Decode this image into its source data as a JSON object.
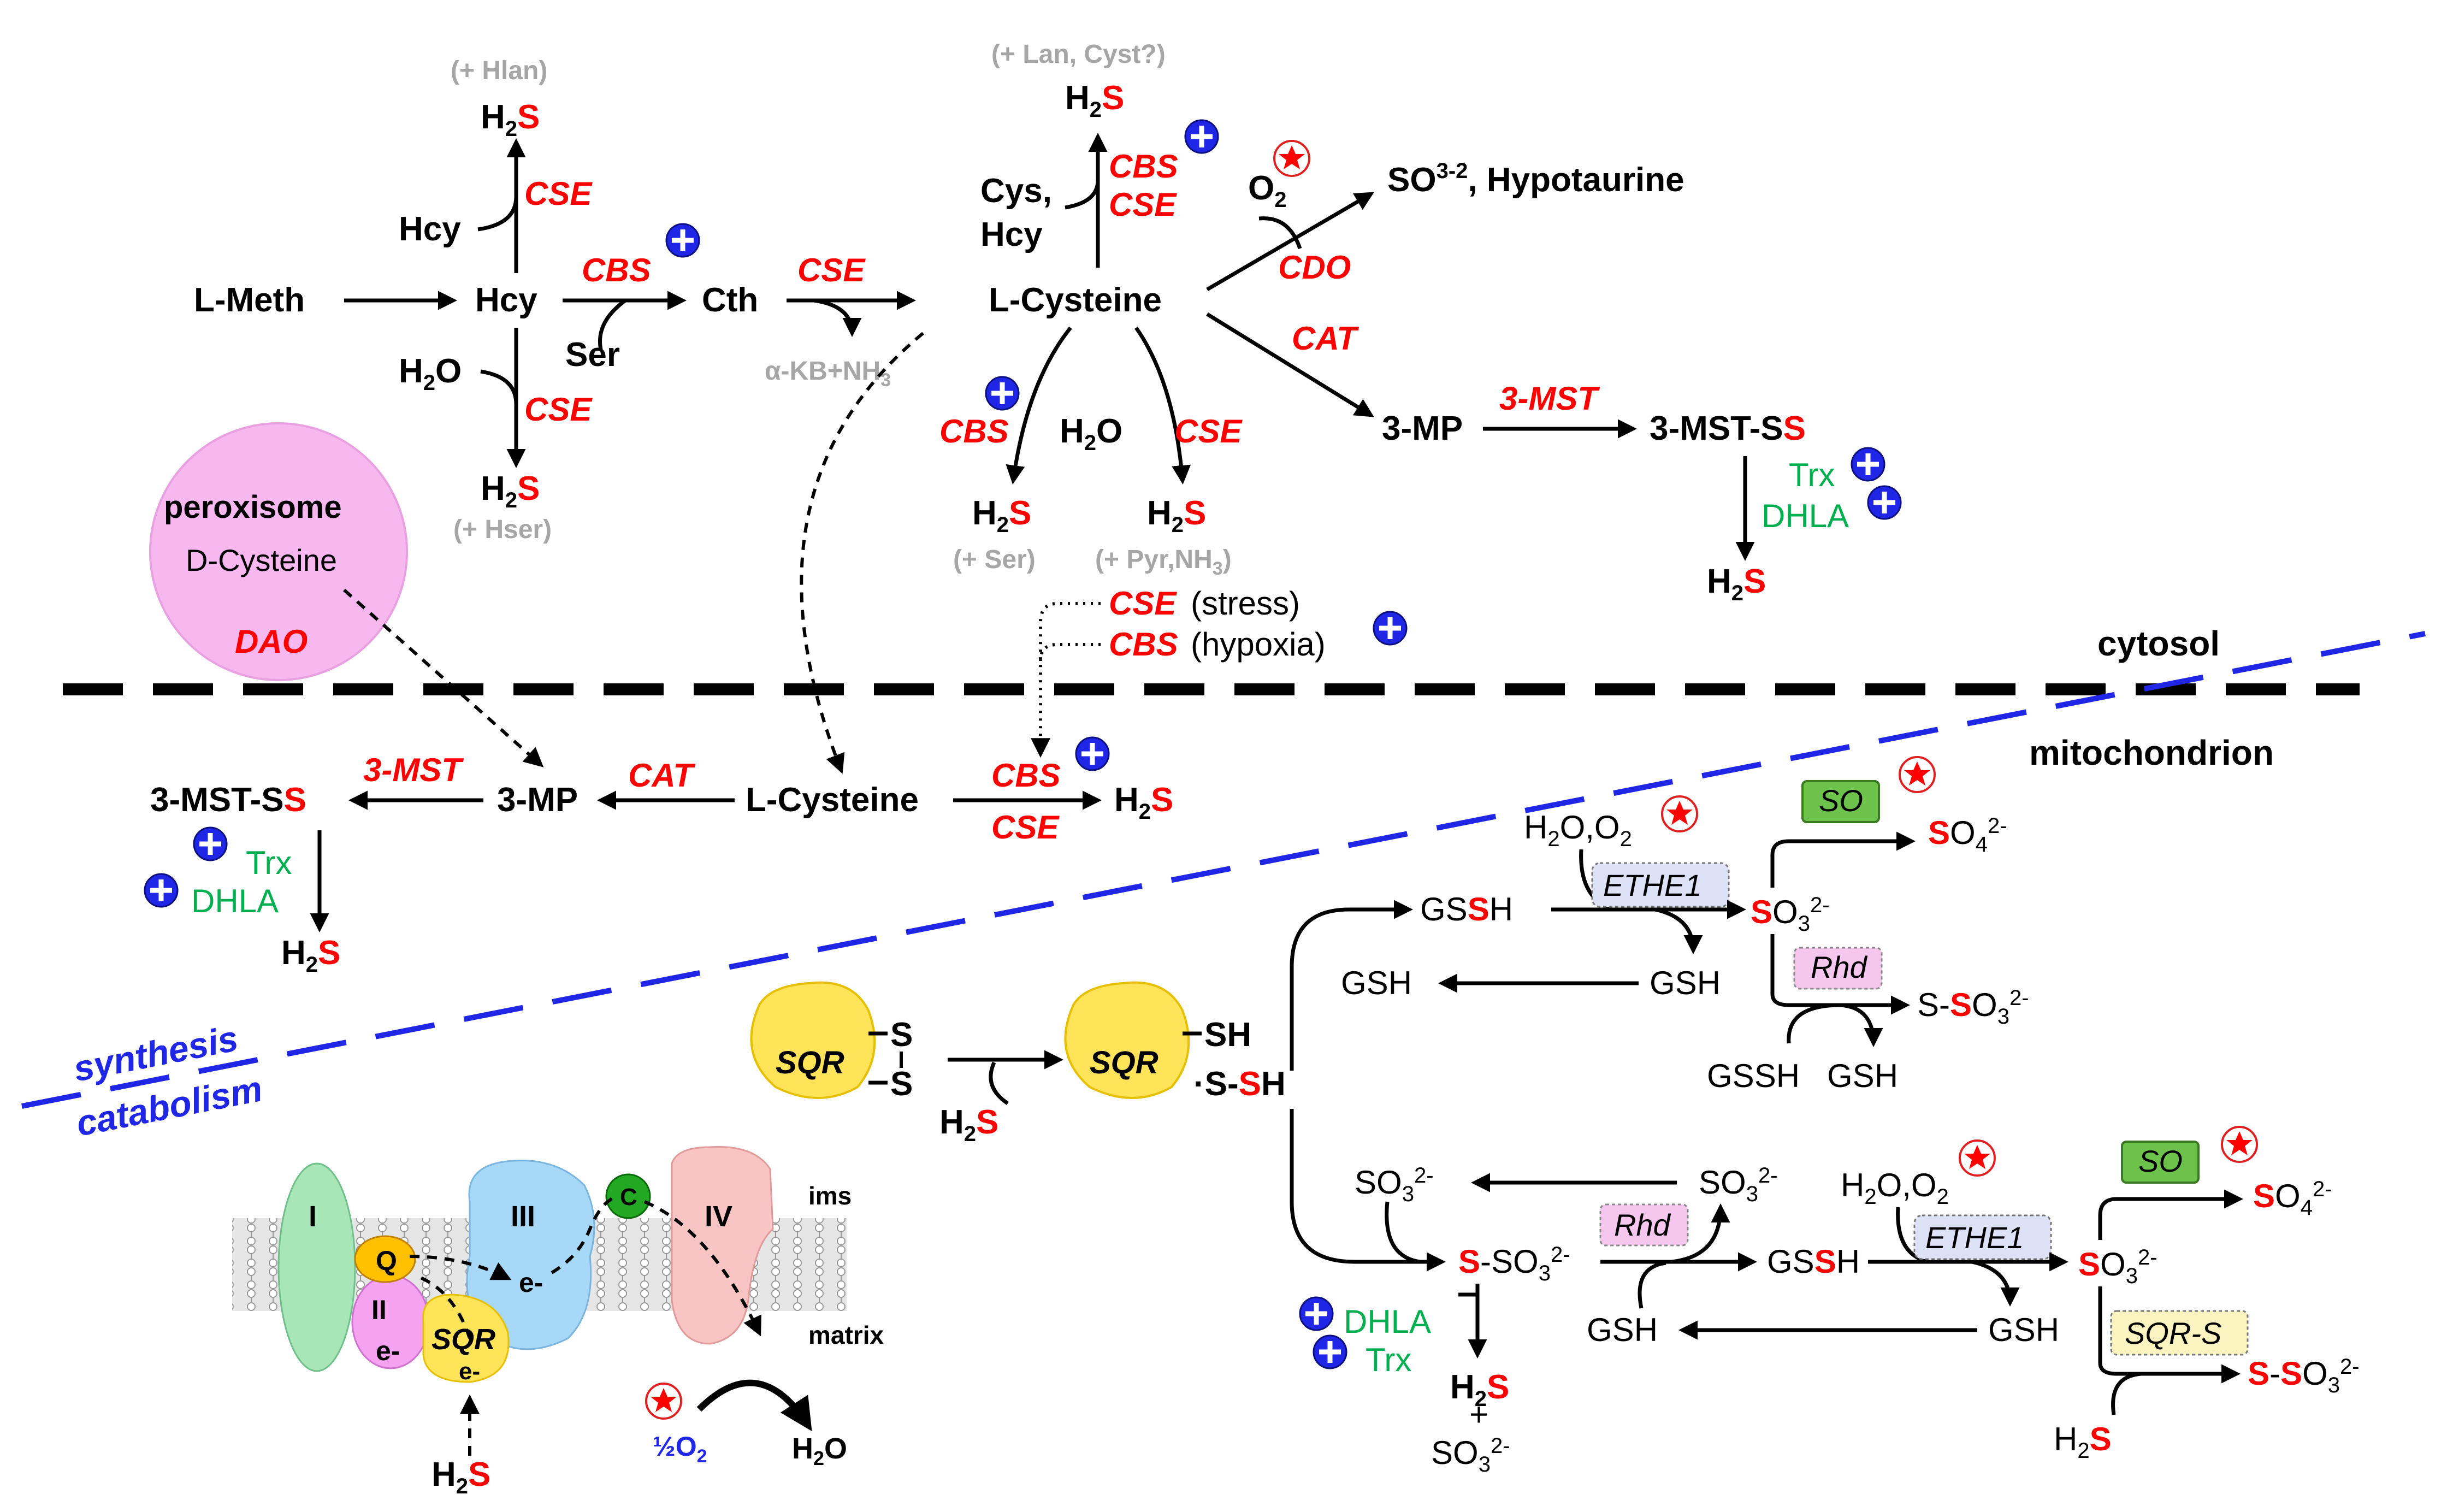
{
  "colors": {
    "enzyme": "#ff0000",
    "sulfur": "#ff0000",
    "grey": "#a6a6a6",
    "green": "#00b050",
    "blue": "#1f26e6",
    "plus": "#1f26e6",
    "peroxisome": "#f7b8f0"
  },
  "cytosol": {
    "l_meth": "L-Meth",
    "hcy": "Hcy",
    "hcy_top": "Hcy",
    "h2o_left": "H2O",
    "cse_1": "CSE",
    "cse_2": "CSE",
    "cbs_1": "CBS",
    "ser": "Ser",
    "cth": "Cth",
    "cse_3": "CSE",
    "akb": "α-KB+NH3",
    "h2s_hlan": "H2S",
    "hlan": "(+ Hlan)",
    "h2s_hser": "H2S",
    "hser": "(+ Hser)",
    "l_cysteine": "L-Cysteine",
    "cys_hcy_1": "Cys,",
    "cys_hcy_2": "Hcy",
    "cbs_2": "CBS",
    "cse_4": "CSE",
    "h2s_lan": "H2S",
    "lan_cyst": "(+ Lan, Cyst?)",
    "o2": "O2",
    "cdo": "CDO",
    "so3_hypotaurine": "SO3-2, Hypotaurine",
    "cat": "CAT",
    "mp3": "3-MP",
    "mst3": "3-MST",
    "mst_ss": "3-MST-SS",
    "trx": "Trx",
    "dhla": "DHLA",
    "h2s_mst": "H2S",
    "cbs_3": "CBS",
    "h2o_mid": "H2O",
    "cse_5": "CSE",
    "h2s_ser": "H2S",
    "plus_ser": "(+ Ser)",
    "h2s_pyr": "H2S",
    "plus_pyr": "(+ Pyr,NH3)",
    "cse_stress": "CSE",
    "stress": "(stress)",
    "cbs_hypoxia": "CBS",
    "hypoxia": "(hypoxia)",
    "peroxisome": "peroxisome",
    "d_cysteine": "D-Cysteine",
    "dao": "DAO",
    "label": "cytosol"
  },
  "mito": {
    "label": "mitochondrion",
    "mst_ss": "3-MST-SS",
    "mst3": "3-MST",
    "mp3": "3-MP",
    "cat": "CAT",
    "l_cysteine": "L-Cysteine",
    "cbs": "CBS",
    "cse": "CSE",
    "h2s": "H2S",
    "trx": "Trx",
    "dhla": "DHLA",
    "h2s_mst": "H2S"
  },
  "divider": {
    "synthesis": "synthesis",
    "catabolism": "catabolism"
  },
  "sqr": {
    "sqr1": "SQR",
    "sqr2": "SQR",
    "s_top": "S",
    "s_bottom": "S",
    "h2s": "H2S",
    "sh": "SH",
    "s_sh": "S-SH"
  },
  "upper_path": {
    "h2o_o2": "H2O,O2",
    "ethe1": "ETHE1",
    "so": "SO",
    "so4": "SO42-",
    "gssh": "GSSH",
    "so3": "SO32-",
    "gsh_left": "GSH",
    "gsh_right": "GSH",
    "rhd": "Rhd",
    "s_so3": "S-SO32-",
    "gssh_b": "GSSH",
    "gsh_b": "GSH"
  },
  "lower_path": {
    "so3_left": "SO32-",
    "so3_right": "SO32-",
    "s_so3": "S-SO32-",
    "rhd": "Rhd",
    "gssh": "GSSH",
    "gsh": "GSH",
    "gsh_right": "GSH",
    "dhla": "DHLA",
    "trx": "Trx",
    "h2s": "H2S",
    "plus": "+",
    "so3_bottom": "SO32-",
    "h2o_o2": "H2O,O2",
    "ethe1": "ETHE1",
    "so3_mid": "SO32-",
    "so": "SO",
    "so4": "SO42-",
    "sqr_s": "SQR-S",
    "s_so3_end": "S-SO32-",
    "h2s_end": "H2S"
  },
  "etc": {
    "complex_1": "I",
    "complex_2": "II",
    "complex_3": "III",
    "complex_4": "IV",
    "q": "Q",
    "c": "C",
    "sqr": "SQR",
    "e1": "e-",
    "e2": "e-",
    "e3": "e-",
    "ims": "ims",
    "matrix": "matrix",
    "half_o2": "½O2",
    "h2o": "H2O",
    "h2s": "H2S"
  }
}
